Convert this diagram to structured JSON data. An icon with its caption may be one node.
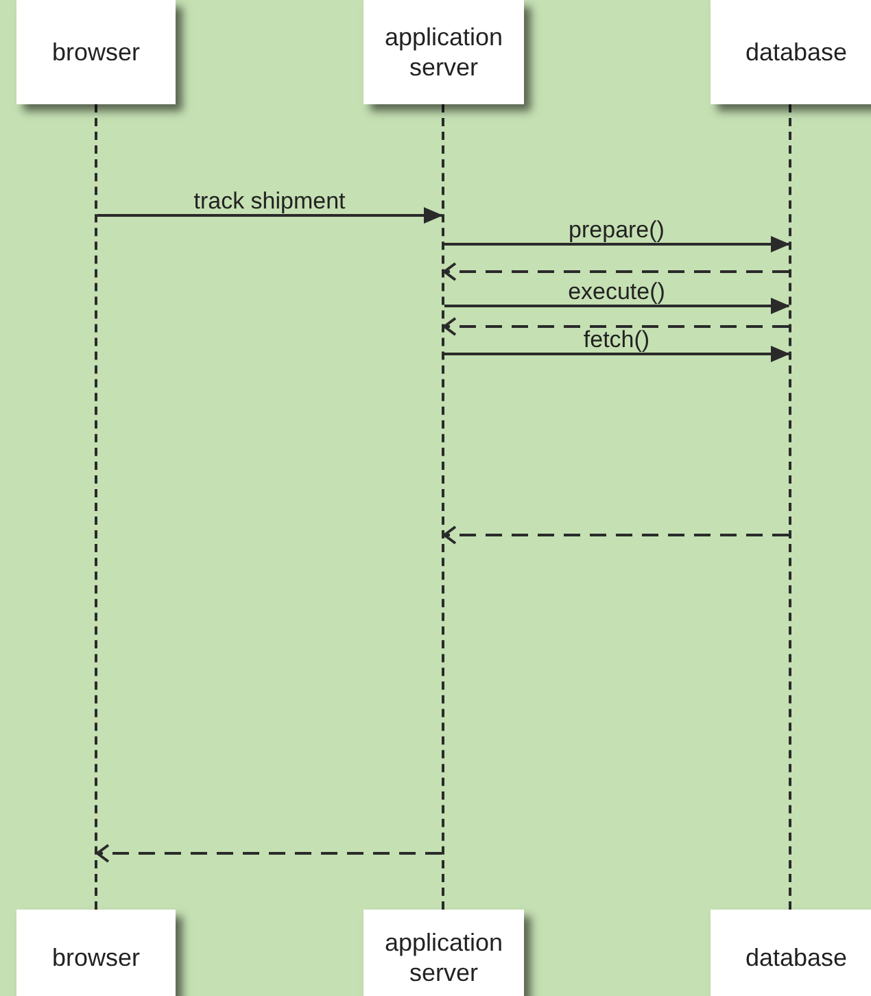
{
  "diagram": {
    "nodes": [
      {
        "text": [
          "browser"
        ]
      },
      {
        "text": [
          "application server"
        ]
      },
      {
        "text": [
          "database"
        ]
      },
      {
        "text": [],
        "shape": "line"
      },
      {
        "text": [],
        "shape": "line"
      },
      {
        "text": [],
        "shape": "line"
      },
      {
        "text": [
          "browser"
        ]
      },
      {
        "text": [
          "application server"
        ]
      },
      {
        "text": [
          "database"
        ]
      }
    ],
    "edges": [
      {
        "from": 3,
        "to": 4,
        "arrow": "to",
        "label": "track shipment"
      },
      {
        "from": 4,
        "to": 5,
        "arrow": "to",
        "label": "prepare()"
      },
      {
        "from": 5,
        "to": 4,
        "arrow": "to",
        "style": "dashed"
      },
      {
        "from": 4,
        "to": 5,
        "arrow": "to",
        "label": "execute()"
      },
      {
        "from": 5,
        "to": 4,
        "arrow": "to",
        "style": "dashed"
      },
      {
        "from": 4,
        "to": 5,
        "arrow": "to",
        "label": "fetch()"
      },
      {
        "from": 5,
        "to": 4,
        "arrow": "to",
        "style": "dashed"
      },
      {
        "from": 4,
        "to": 3,
        "arrow": "to",
        "style": "dashed"
      }
    ]
  }
}
